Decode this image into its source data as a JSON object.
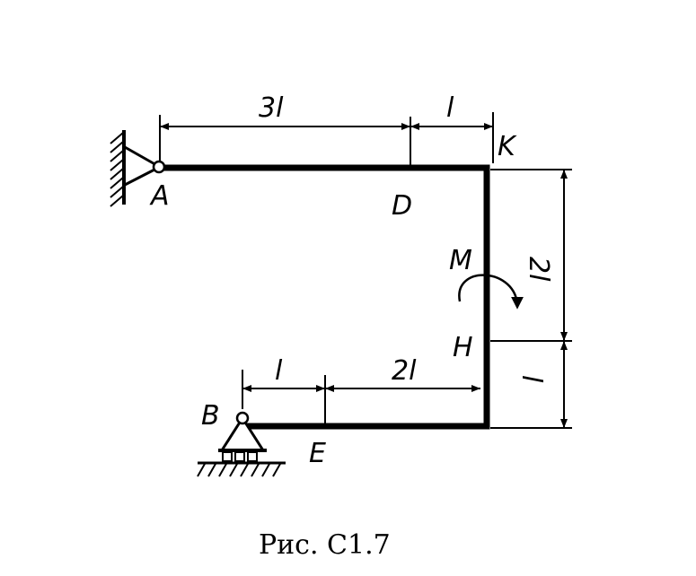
{
  "points": {
    "A": "A",
    "B": "B",
    "D": "D",
    "E": "E",
    "K": "K",
    "H": "H",
    "M": "M"
  },
  "dimensions": {
    "AD": "3l",
    "DK": "l",
    "BE": "l",
    "E_to_bend": "2l",
    "K_to_H": "2l",
    "H_to_bottom": "l"
  },
  "caption": "Рис. С1.7"
}
